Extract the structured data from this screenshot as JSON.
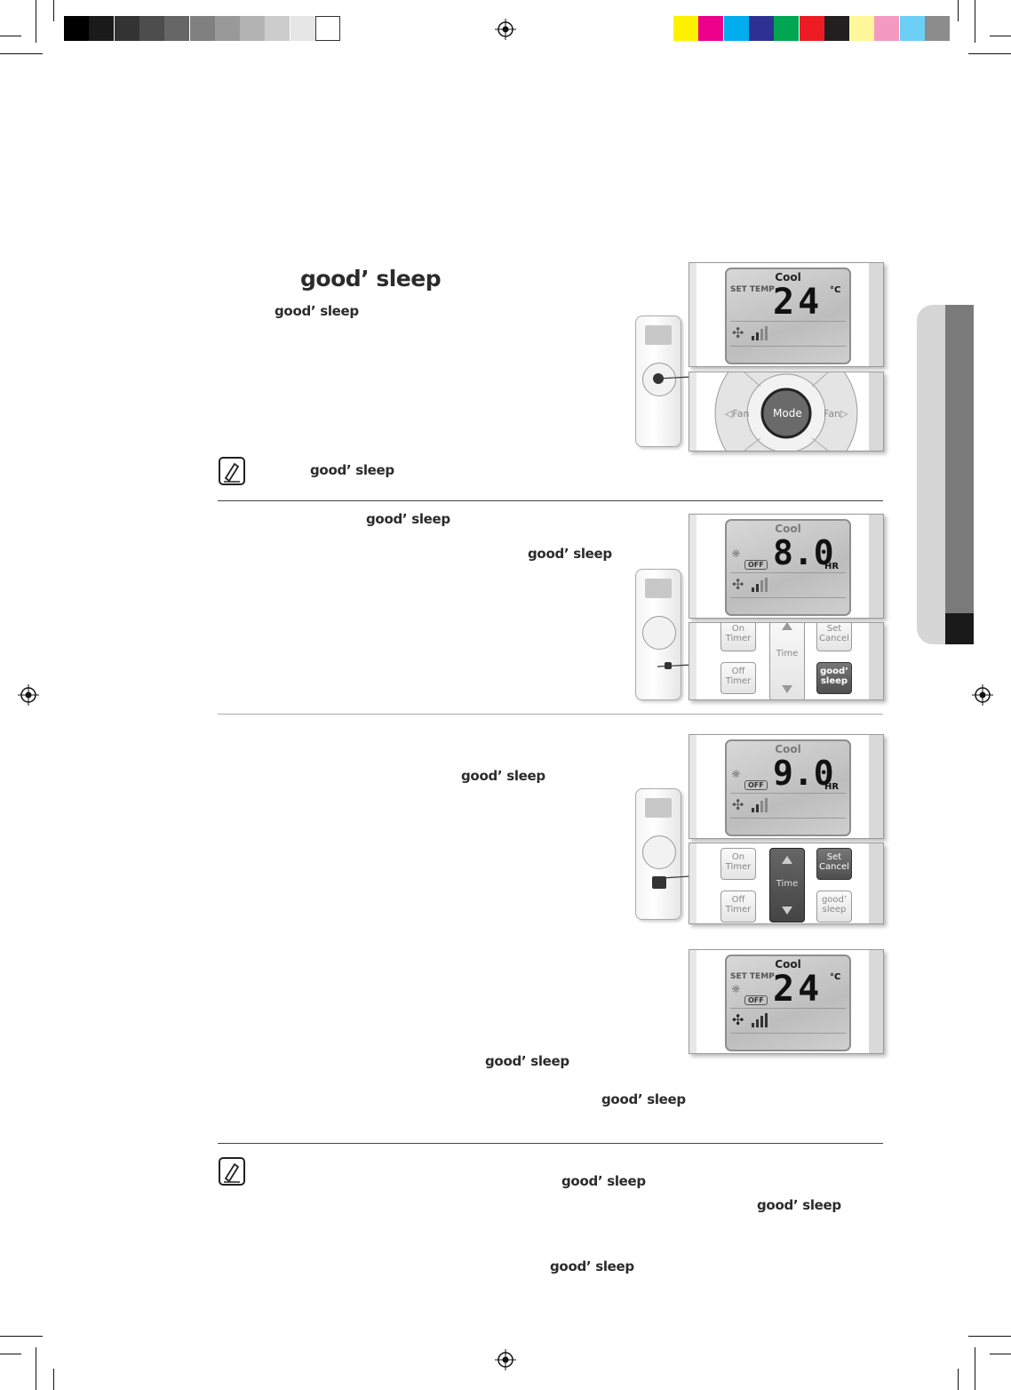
{
  "section": {
    "title": "good’ sleep",
    "intro_term": "good’ sleep"
  },
  "note1": {
    "term": "good’ sleep"
  },
  "step2": {
    "term_a": "good’ sleep",
    "term_b": "good’ sleep"
  },
  "step3": {
    "term_a": "good’ sleep",
    "term_b": "good’ sleep",
    "term_c": "good’ sleep"
  },
  "note2": {
    "term_a": "good’ sleep",
    "term_b": "good’ sleep",
    "term_c": "good’ sleep"
  },
  "display_1": {
    "mode": "Cool",
    "label": "SET TEMP",
    "temp": "24",
    "unit": "°C"
  },
  "mode_buttons": {
    "left": "◁Fan",
    "center": "Mode",
    "right": "Fan▷"
  },
  "display_2": {
    "mode": "Cool",
    "off_label": "OFF",
    "hours": "8.0",
    "unit": "HR"
  },
  "display_3": {
    "mode": "Cool",
    "off_label": "OFF",
    "hours": "9.0",
    "unit": "HR"
  },
  "display_4": {
    "mode": "Cool",
    "label": "SET TEMP",
    "off_label": "OFF",
    "temp": "24",
    "unit": "°C"
  },
  "timer_buttons": {
    "on_timer": "On Timer",
    "off_timer": "Off Timer",
    "time": "Time",
    "set_cancel": "Set Cancel",
    "good_sleep": "good’ sleep"
  },
  "colors": {
    "swatches_gray": [
      "#000000",
      "#1a1a1a",
      "#333333",
      "#4d4d4d",
      "#666666",
      "#808080",
      "#999999",
      "#b3b3b3",
      "#cccccc",
      "#e6e6e6",
      "#ffffff"
    ],
    "swatches_color": [
      "#fff200",
      "#ec008c",
      "#00aeef",
      "#2e3192",
      "#00a651",
      "#ed1c24",
      "#231f20",
      "#fff799",
      "#f49ac1",
      "#6dcff6",
      "#8c8c8c"
    ]
  }
}
